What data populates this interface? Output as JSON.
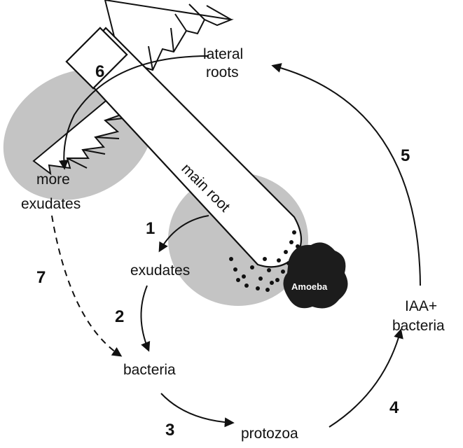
{
  "labels": {
    "lateral_roots_line1": "lateral",
    "lateral_roots_line2": "roots",
    "more_exudates_line1": "more",
    "more_exudates_line2": "exudates",
    "main_root": "main root",
    "exudates": "exudates",
    "amoeba": "Amoeba",
    "bacteria": "bacteria",
    "protozoa": "protozoa",
    "iaa_line1": "IAA+",
    "iaa_line2": "bacteria"
  },
  "steps": [
    "1",
    "2",
    "3",
    "4",
    "5",
    "6",
    "7"
  ],
  "colors": {
    "zone_gray": "#c4c4c4",
    "amoeba": "#1c1c1c",
    "line": "#111111",
    "root_fill": "#ffffff"
  }
}
